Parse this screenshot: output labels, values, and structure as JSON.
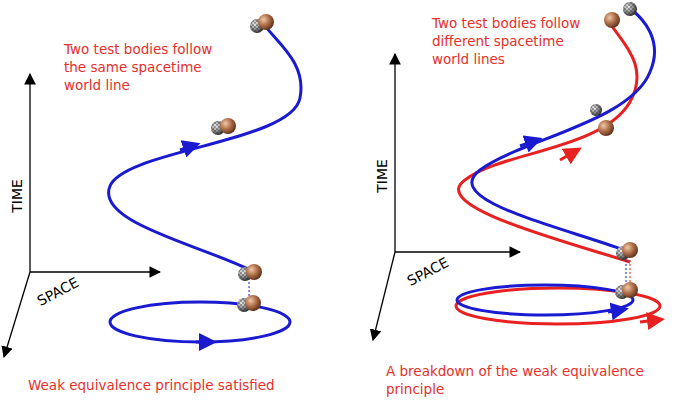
{
  "diagram": {
    "labels": [
      "Two test bodies follow the same spacetime world line",
      "TIME",
      "SPACE",
      "Weak equivalence principle satisfied",
      "Two test bodies follow different spacetime world lines",
      "TIME",
      "SPACE",
      "A breakdown of the weak equivalence principle"
    ]
  }
}
